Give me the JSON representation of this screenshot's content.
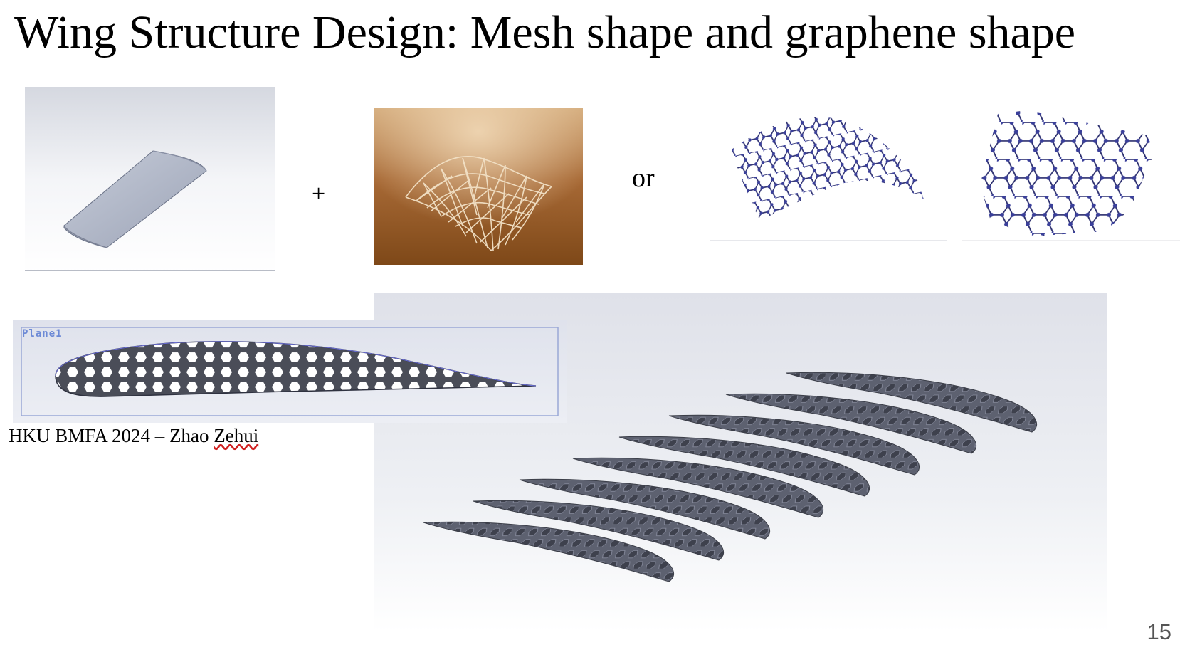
{
  "slide": {
    "title": "Wing Structure Design:  Mesh shape and graphene shape",
    "plus_symbol": "+",
    "or_text": "or",
    "credit_prefix": "HKU BMFA 2024 – Zhao ",
    "credit_name": "Zehui",
    "page_number": "15"
  },
  "images": {
    "wing_render": "solid-wing-airfoil-icon",
    "mesh_model": "lattice-mesh-surface-photo",
    "graphene_small": "graphene-sheet-small-hexagons",
    "graphene_large": "graphene-sheet-large-hexagons",
    "airfoil_section": {
      "label": "Plane1",
      "icon": "hexagon-airfoil-section-icon"
    },
    "ribs_render": "hexagon-rib-array-render"
  },
  "colors": {
    "graphene_bond": "#2b2e6e",
    "graphene_atom": "#3a3f9a",
    "rib_fill": "#5d6170",
    "cad_bg": "#e7e9f1"
  }
}
